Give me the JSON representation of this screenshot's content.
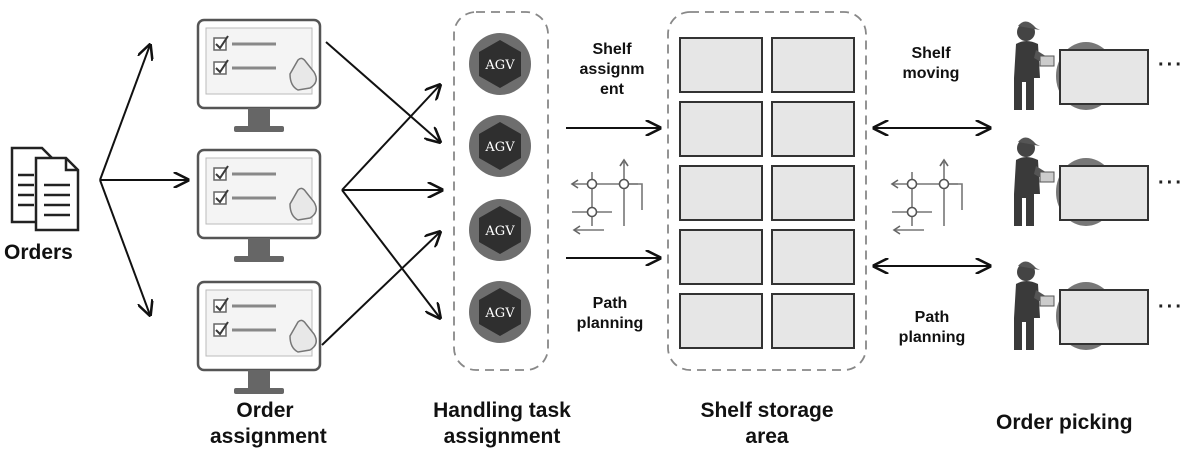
{
  "orders": {
    "label": "Orders"
  },
  "order_assignment": {
    "title_line1": "Order",
    "title_line2": "assignment"
  },
  "handling": {
    "title_line1": "Handling task",
    "title_line2": "assignment",
    "agv_label": "AGV"
  },
  "storage": {
    "title_line1": "Shelf storage",
    "title_line2": "area"
  },
  "picking": {
    "title": "Order picking",
    "ellipsis": "···"
  },
  "edge_labels": {
    "shelf_assignment": [
      "Shelf",
      "assignm",
      "ent"
    ],
    "path_planning_left": [
      "Path",
      "planning"
    ],
    "shelf_moving": [
      "Shelf",
      "moving"
    ],
    "path_planning_right": [
      "Path",
      "planning"
    ]
  },
  "colors": {
    "stroke": "#111111",
    "dash": "#888888",
    "agv_outer": "#6e6e6e",
    "agv_inner": "#2f2f2f",
    "shelf_fill": "#e6e6e6",
    "monitor": "#555555"
  }
}
